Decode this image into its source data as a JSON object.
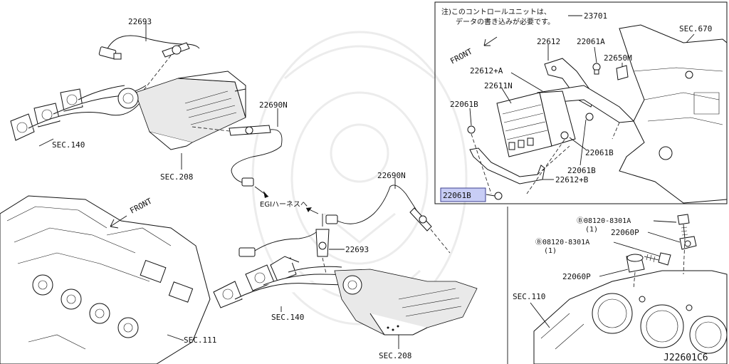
{
  "labels": {
    "p22693_top": "22693",
    "sec140_top": "SEC.140",
    "sec208_top": "SEC.208",
    "p22690N_a": "22690N",
    "p22690N_b": "22690N",
    "egi": "EGIハーネスへ",
    "p22693_mid": "22693",
    "sec140_bot": "SEC.140",
    "sec208_bot": "SEC.208",
    "sec111": "SEC.111",
    "front_left": "FRONT",
    "note_line1": "注)このコントロールユニットは、",
    "note_line2": "データの書き込みが必要です。",
    "p23701": "23701",
    "sec670": "SEC.670",
    "front_box": "FRONT",
    "p22612": "22612",
    "p22061A": "22061A",
    "p22650M": "22650M",
    "p22612A": "22612+A",
    "p22611N": "22611N",
    "p22061B_1": "22061B",
    "p22061B_2": "22061B",
    "p22061B_3": "22061B",
    "p22612B": "22612+B",
    "p22061B_hl": "22061B",
    "bolt1": "Ⓑ08120-8301A",
    "bolt1_qty": "(1)",
    "p22060P_1": "22060P",
    "bolt2": "Ⓑ08120-8301A",
    "bolt2_qty": "(1)",
    "p22060P_2": "22060P",
    "sec110": "SEC.110",
    "diagram_code": "J22601C6"
  },
  "colors": {
    "line": "#111111",
    "highlight_fill": "#c8cdf5",
    "highlight_border": "#3b3f8f",
    "watermark": "#ececec"
  }
}
